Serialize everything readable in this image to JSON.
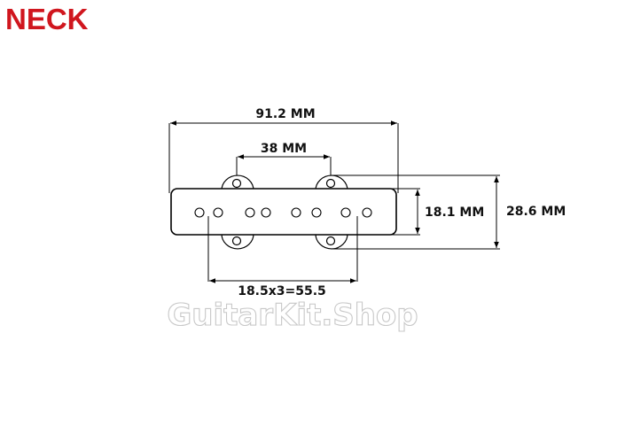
{
  "title": "NECK",
  "title_color": "#d0161e",
  "dimensions": {
    "overall_length": "91.2 MM",
    "mount_hole_spacing": "38 MM",
    "body_width": "18.1 MM",
    "overall_width": "28.6 MM",
    "pole_spacing": "18.5x3=55.5"
  },
  "watermark": "GuitarKit.Shop",
  "pickup": {
    "pole_pieces": 8,
    "mounting_ears": 4
  }
}
